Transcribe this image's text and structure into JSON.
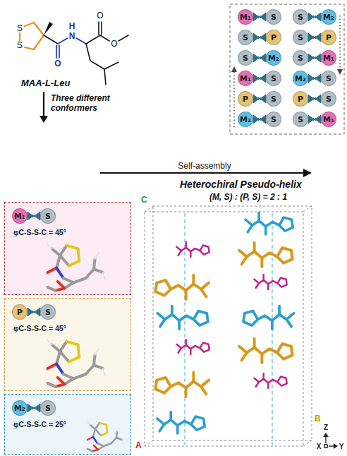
{
  "diagram": {
    "nodes": [
      {
        "text": [
          "M₁"
        ]
      },
      {
        "text": [
          "S"
        ]
      },
      {
        "text": [
          "S"
        ]
      },
      {
        "text": [
          "M₂"
        ]
      },
      {
        "text": [
          "S"
        ]
      },
      {
        "text": [
          "P"
        ]
      },
      {
        "text": [
          "S"
        ]
      },
      {
        "text": [
          "P"
        ]
      },
      {
        "text": [
          "S"
        ]
      },
      {
        "text": [
          "M₂"
        ]
      },
      {
        "text": [
          "S"
        ]
      },
      {
        "text": [
          "M₁"
        ]
      },
      {
        "text": [
          "M₁"
        ]
      },
      {
        "text": [
          "S"
        ]
      },
      {
        "text": [
          "M₂"
        ]
      },
      {
        "text": [
          "S"
        ]
      },
      {
        "text": [
          "P"
        ]
      },
      {
        "text": [
          "S"
        ]
      },
      {
        "text": [
          "P"
        ]
      },
      {
        "text": [
          "S"
        ]
      },
      {
        "text": [
          "M₂"
        ]
      },
      {
        "text": [
          "S"
        ]
      },
      {
        "text": [
          "S"
        ]
      },
      {
        "text": [
          "M₁"
        ]
      },
      {
        "text": [
          "φC-S-S-C = 45°"
        ]
      },
      {
        "text": [
          "M₁"
        ],
        "in": 24
      },
      {
        "text": [
          "S"
        ],
        "in": 24
      },
      {
        "text": [
          "φC-S-S-C = 45°"
        ]
      },
      {
        "text": [
          "P"
        ],
        "in": 27
      },
      {
        "text": [
          "S"
        ],
        "in": 27
      },
      {
        "text": [
          "φC-S-S-C = 25°"
        ]
      },
      {
        "text": [
          "M₂"
        ],
        "in": 30
      },
      {
        "text": [
          "S"
        ],
        "in": 30
      }
    ],
    "labels": [
      "MAA-L-Leu",
      "S",
      "S",
      "O",
      "N",
      "H",
      "O",
      "O",
      "Three different conformers",
      "Self-assembly",
      "Heterochiral Pseudo-helix",
      "(M, S) : (P, S) = 2 : 1",
      "C",
      "A",
      "B",
      "Z",
      "X",
      "Y"
    ]
  }
}
